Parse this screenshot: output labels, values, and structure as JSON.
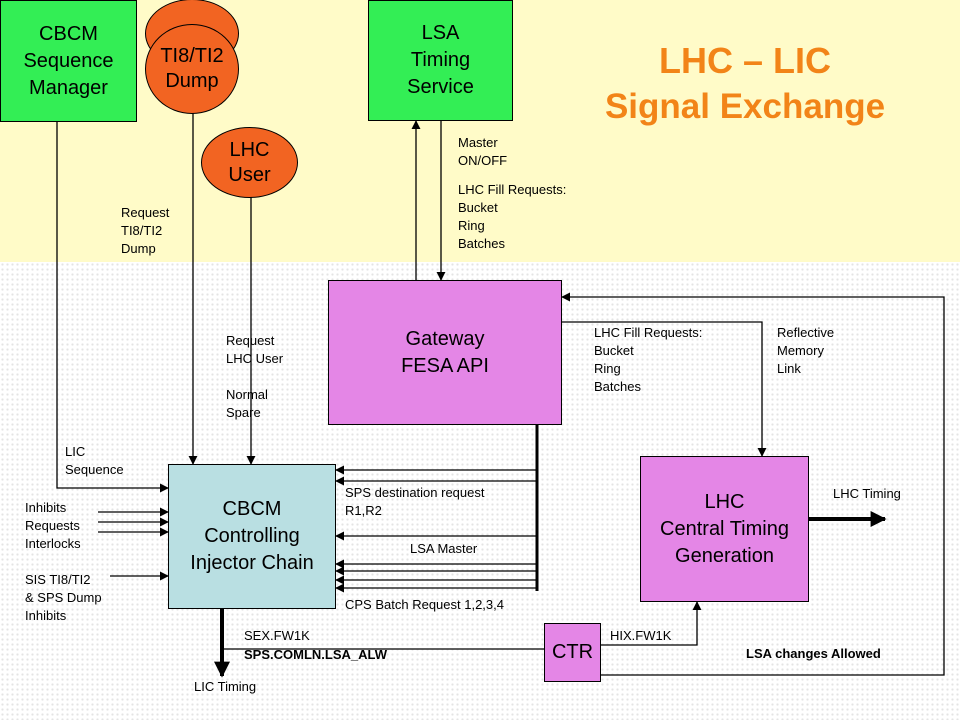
{
  "title": {
    "line1": "LHC – LIC",
    "line2": "Signal Exchange"
  },
  "nodes": {
    "cbcm_seq": [
      "CBCM",
      "Sequence",
      "Manager"
    ],
    "ti8_dump": [
      "TI8/TI2",
      "Dump"
    ],
    "lhc_user": [
      "LHC",
      "User"
    ],
    "lsa_timing": [
      "LSA",
      "Timing",
      "Service"
    ],
    "gateway": [
      "Gateway",
      "FESA API"
    ],
    "cbcm_chain": [
      "CBCM",
      "Controlling",
      "Injector Chain"
    ],
    "lhc_ctg": [
      "LHC",
      "Central Timing",
      "Generation"
    ],
    "ctr": "CTR"
  },
  "labels": {
    "master_onoff": [
      "Master",
      "ON/OFF"
    ],
    "fill_requests_top": [
      "LHC Fill Requests:",
      "Bucket",
      "Ring",
      "Batches"
    ],
    "request_ti8": [
      "Request",
      "TI8/TI2",
      "Dump"
    ],
    "request_lhc_user": [
      "Request",
      "LHC User"
    ],
    "normal_spare": [
      "Normal",
      "Spare"
    ],
    "fill_requests_right": [
      "LHC Fill Requests:",
      "Bucket",
      "Ring",
      "Batches"
    ],
    "reflective": [
      "Reflective",
      "Memory",
      "Link"
    ],
    "lic_sequence": [
      "LIC",
      "Sequence"
    ],
    "inhibits": [
      "Inhibits",
      "Requests",
      "Interlocks"
    ],
    "sis": [
      "SIS TI8/TI2",
      "& SPS Dump",
      "Inhibits"
    ],
    "sps_dest": [
      "SPS destination request",
      "R1,R2"
    ],
    "lsa_master": "LSA Master",
    "cps_batch": "CPS Batch Request 1,2,3,4",
    "lhc_timing": "LHC Timing",
    "sex_fw1k": "SEX.FW1K",
    "sps_comln": "SPS.COMLN.LSA_ALW",
    "hix_fw1k": "HIX.FW1K",
    "lsa_changes": "LSA changes Allowed",
    "lic_timing": "LIC Timing"
  },
  "colors": {
    "title": "#f28418",
    "green_box": "#33ee55",
    "violet_box": "#e486e6",
    "blue_box": "#b9dfe2",
    "orange_circle": "#f26422",
    "top_band": "#fffbc8"
  }
}
